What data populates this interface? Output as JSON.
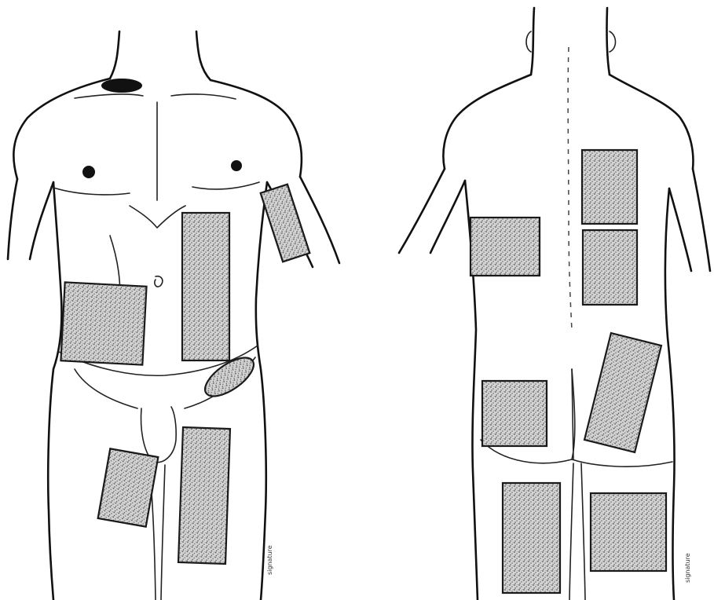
{
  "figure": {
    "views": [
      {
        "name": "anterior",
        "patch_count": 6
      },
      {
        "name": "posterior",
        "patch_count": 7
      }
    ],
    "colors": {
      "line": "#111111",
      "patch_fill": "#c9c9c9",
      "background": "#ffffff"
    }
  }
}
